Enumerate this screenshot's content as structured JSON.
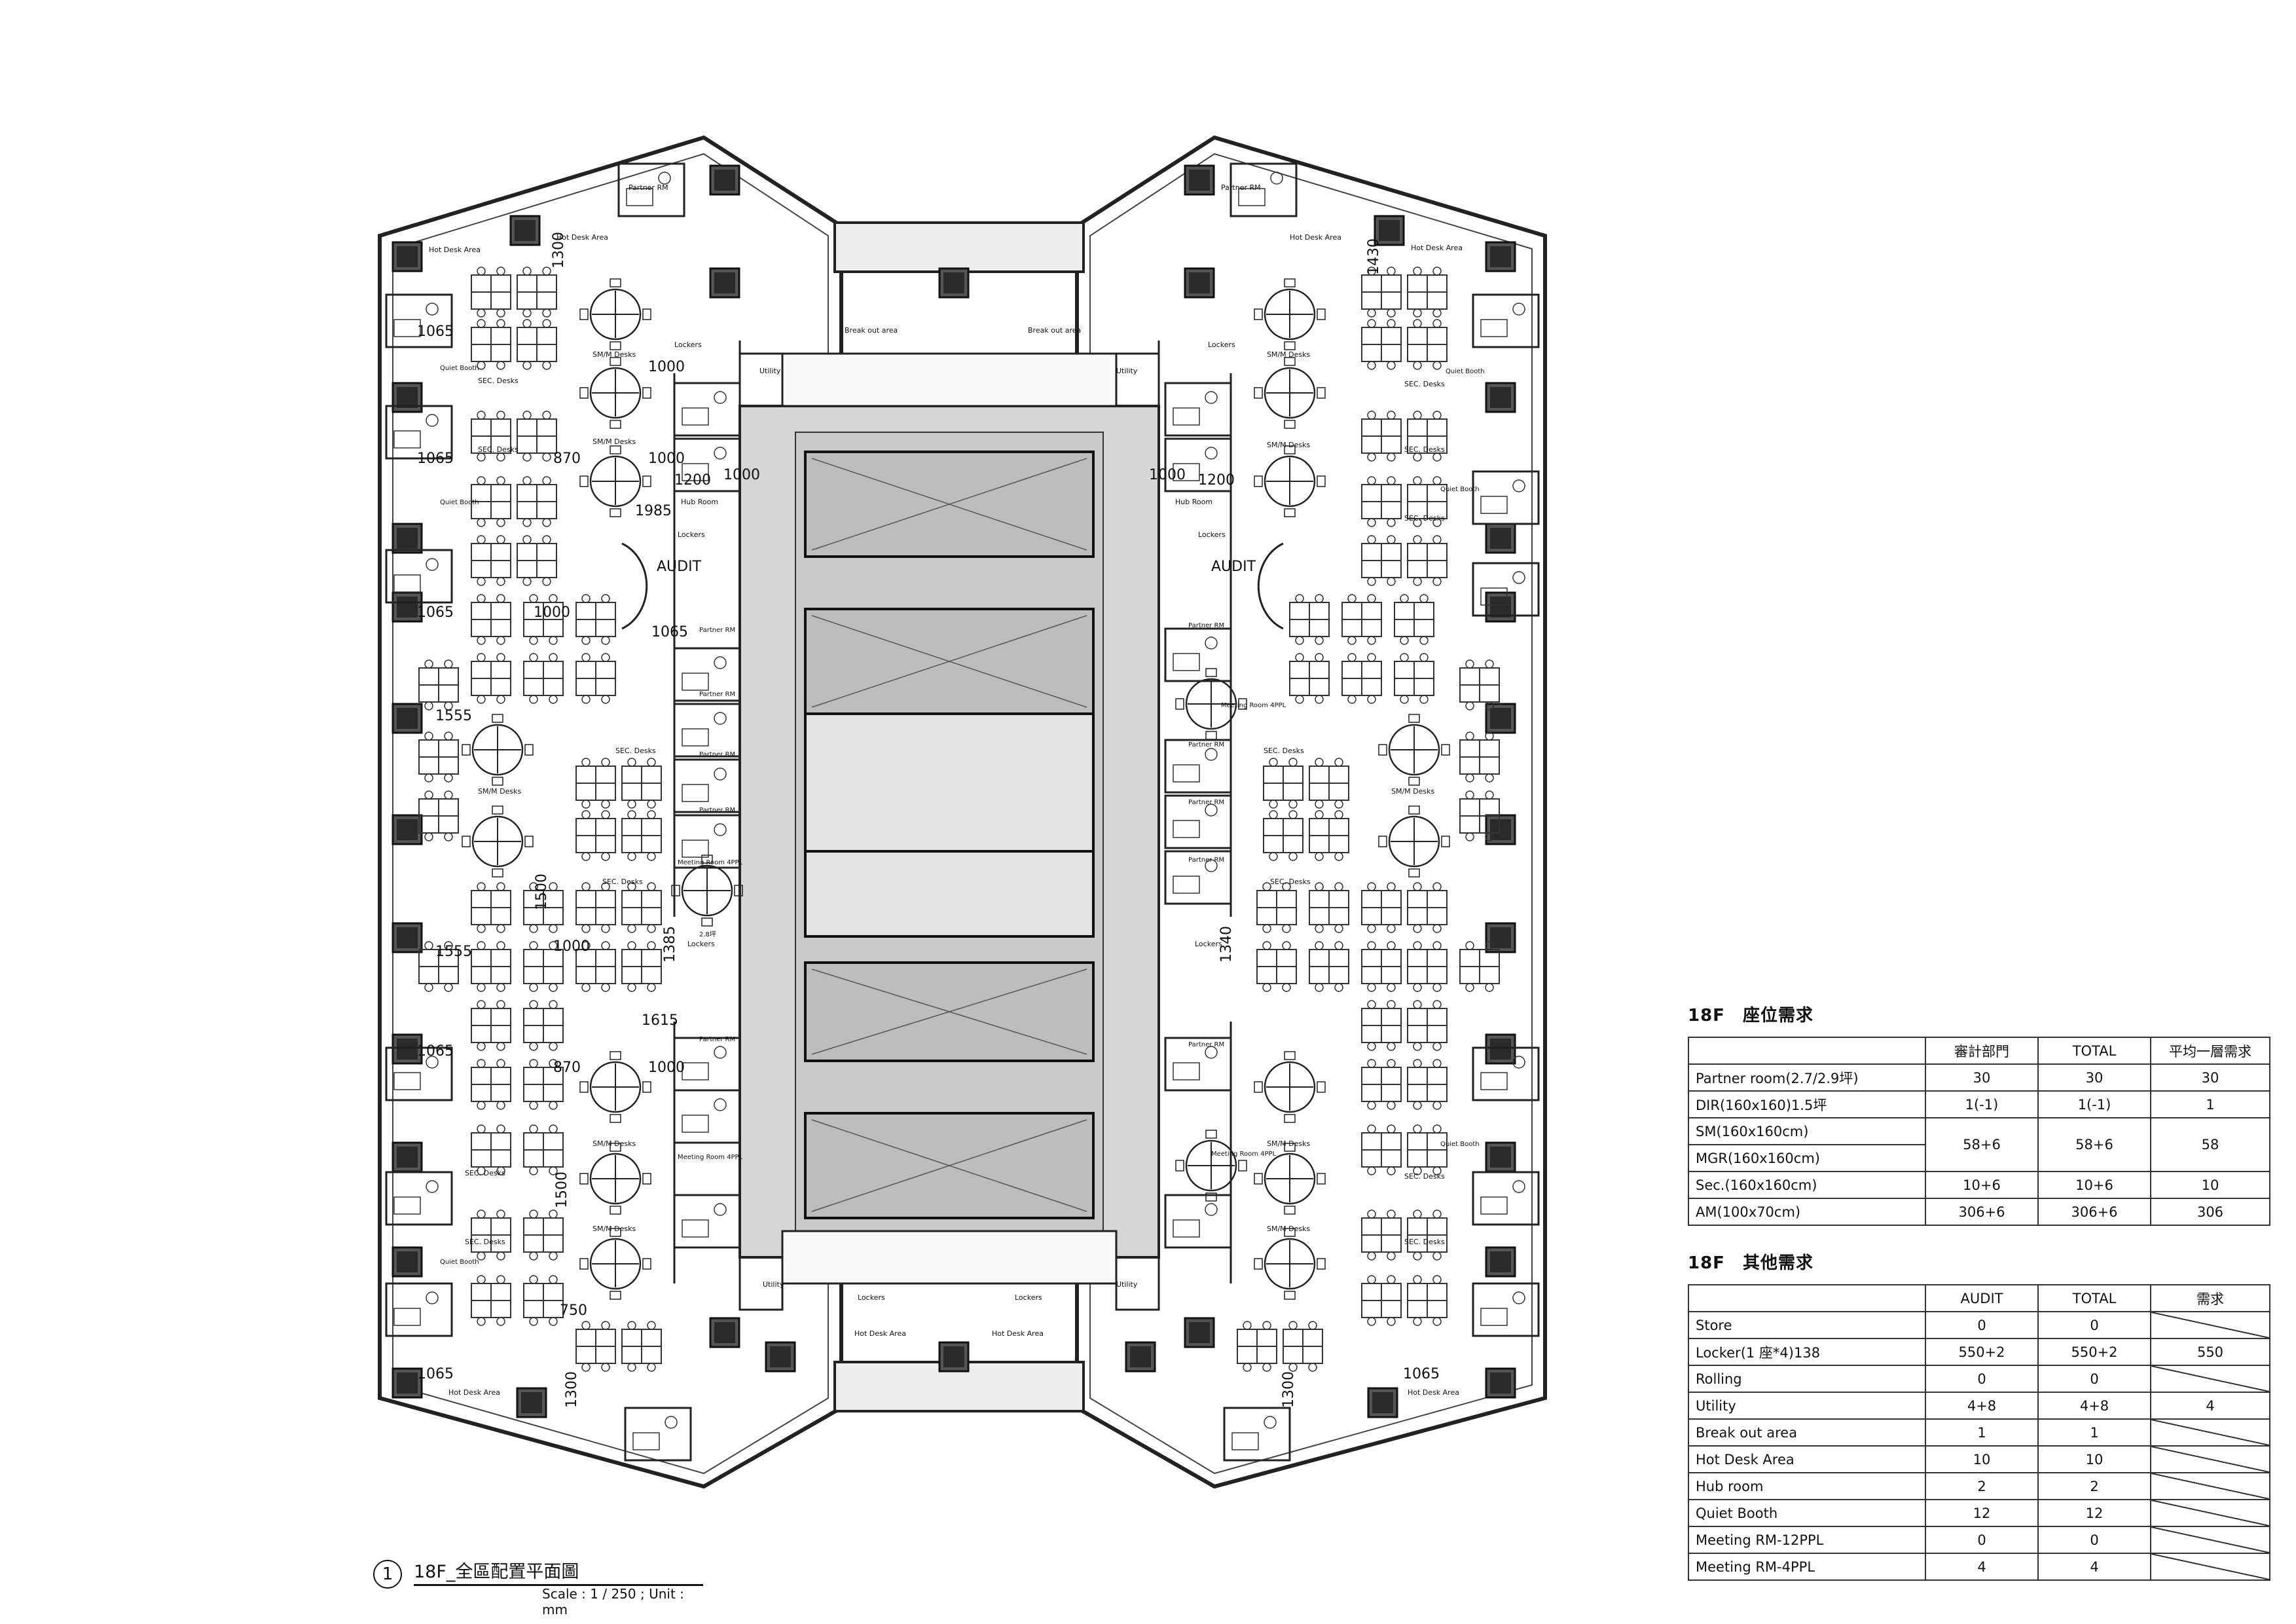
{
  "drawing": {
    "number": "1",
    "title": "18F_全區配置平面圖",
    "scale": "Scale : 1 / 250 ; Unit : mm"
  },
  "plan_labels": {
    "audit_left": "AUDIT",
    "audit_right": "AUDIT",
    "break_out_area": "Break out area",
    "hot_desk_area": "Hot Desk Area",
    "partner_rm": "Partner RM",
    "partner_rm_area": "2.8坪",
    "quiet_booth": "Quiet Booth",
    "sec_desks": "SEC. Desks",
    "smm_desks": "SM/M Desks",
    "lockers": "Lockers",
    "utility": "Utility",
    "hub_room": "Hub Room",
    "meeting_room": "Meeting Room 4PPL"
  },
  "dimensions": {
    "d1065": "1065",
    "d1000": "1000",
    "d870": "870",
    "d1200": "1200",
    "d1985": "1985",
    "d1555": "1555",
    "d1500": "1500",
    "d1385": "1385",
    "d1340": "1340",
    "d1615": "1615",
    "d750": "750",
    "d1300": "1300",
    "d1430": "1430"
  },
  "seat_table": {
    "title": "18F　座位需求",
    "headers": [
      "",
      "審計部門",
      "TOTAL",
      "平均一層需求"
    ],
    "rows": [
      {
        "label": "Partner room(2.7/2.9坪)",
        "audit": "30",
        "total": "30",
        "avg": "30"
      },
      {
        "label": "DIR(160x160)1.5坪",
        "audit": "1(-1)",
        "total": "1(-1)",
        "avg": "1"
      },
      {
        "label": "SM(160x160cm)",
        "label2": "MGR(160x160cm)",
        "audit": "58+6",
        "total": "58+6",
        "avg": "58"
      },
      {
        "label": "Sec.(160x160cm)",
        "audit": "10+6",
        "total": "10+6",
        "avg": "10"
      },
      {
        "label": "AM(100x70cm)",
        "audit": "306+6",
        "total": "306+6",
        "avg": "306"
      }
    ]
  },
  "other_table": {
    "title": "18F　其他需求",
    "headers": [
      "",
      "AUDIT",
      "TOTAL",
      "需求"
    ],
    "rows": [
      {
        "label": "Store",
        "audit": "0",
        "total": "0",
        "need": ""
      },
      {
        "label": "Locker(1 座*4)138",
        "audit": "550+2",
        "total": "550+2",
        "need": "550"
      },
      {
        "label": "Rolling",
        "audit": "0",
        "total": "0",
        "need": ""
      },
      {
        "label": "Utility",
        "audit": "4+8",
        "total": "4+8",
        "need": "4"
      },
      {
        "label": "Break out area",
        "audit": "1",
        "total": "1",
        "need": ""
      },
      {
        "label": "Hot Desk Area",
        "audit": "10",
        "total": "10",
        "need": ""
      },
      {
        "label": "Hub room",
        "audit": "2",
        "total": "2",
        "need": ""
      },
      {
        "label": "Quiet Booth",
        "audit": "12",
        "total": "12",
        "need": ""
      },
      {
        "label": "Meeting RM-12PPL",
        "audit": "0",
        "total": "0",
        "need": ""
      },
      {
        "label": "Meeting RM-4PPL",
        "audit": "4",
        "total": "4",
        "need": ""
      }
    ]
  }
}
